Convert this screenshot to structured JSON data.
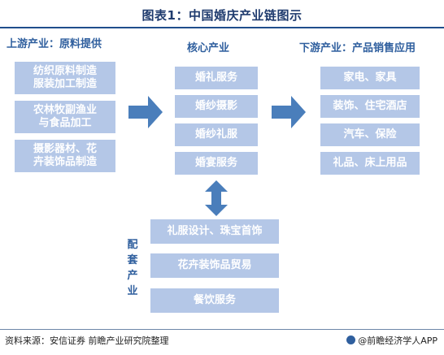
{
  "title": "图表1：中国婚庆产业链图示",
  "upstream": {
    "heading": "上游产业：原料提供",
    "items": [
      "纺织原料制造\n服装加工制造",
      "农林牧副渔业\n与食品加工",
      "摄影器材、花\n卉装饰品制造"
    ]
  },
  "core": {
    "heading": "核心产业",
    "items": [
      "婚礼服务",
      "婚纱摄影",
      "婚纱礼服",
      "婚宴服务"
    ]
  },
  "downstream": {
    "heading": "下游产业：产品销售应用",
    "items": [
      "家电、家具",
      "装饰、住宅酒店",
      "汽车、保险",
      "礼品、床上用品"
    ]
  },
  "supporting": {
    "label": "配套产业",
    "items": [
      "礼服设计、珠宝首饰",
      "花卉装饰品贸易",
      "餐饮服务"
    ]
  },
  "footer": {
    "source": "资料来源：安信证券 前瞻产业研究院整理",
    "brand": "@前瞻经济学人APP"
  },
  "colors": {
    "box": "#b4c7e7",
    "arrow": "#4a7ebb",
    "heading": "#2f5f9e",
    "title": "#1f3b6e"
  },
  "icons": {
    "brand": "qianzhan-logo-icon"
  }
}
